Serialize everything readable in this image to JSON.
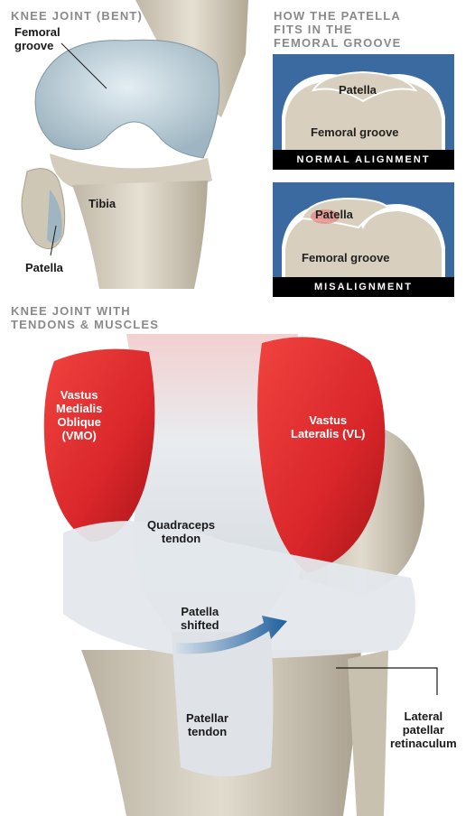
{
  "top_left": {
    "title": "KNEE JOINT (BENT)",
    "femoral_groove": "Femoral\ngroove",
    "tibia": "Tibia",
    "patella": "Patella"
  },
  "top_right": {
    "title": "HOW THE PATELLA\nFITS IN THE\nFEMORAL GROOVE",
    "normal": {
      "patella": "Patella",
      "groove": "Femoral groove",
      "caption": "NORMAL ALIGNMENT"
    },
    "mis": {
      "patella": "Patella",
      "groove": "Femoral groove",
      "caption": "MISALIGNMENT"
    }
  },
  "bottom": {
    "title": "KNEE JOINT WITH\nTENDONS & MUSCLES",
    "vmo": "Vastus\nMedialis\nOblique\n(VMO)",
    "vl": "Vastus\nLateralis (VL)",
    "quad": "Quadraceps\ntendon",
    "shifted": "Patella\nshifted",
    "patellar_tendon": "Patellar\ntendon",
    "retinaculum": "Lateral\npatellar\nretinaculum"
  },
  "colors": {
    "muscle": "#d9262a",
    "panel_bg": "#3a6aa0",
    "bone": "#d8cfbe",
    "title_gray": "#8a8a8a"
  }
}
